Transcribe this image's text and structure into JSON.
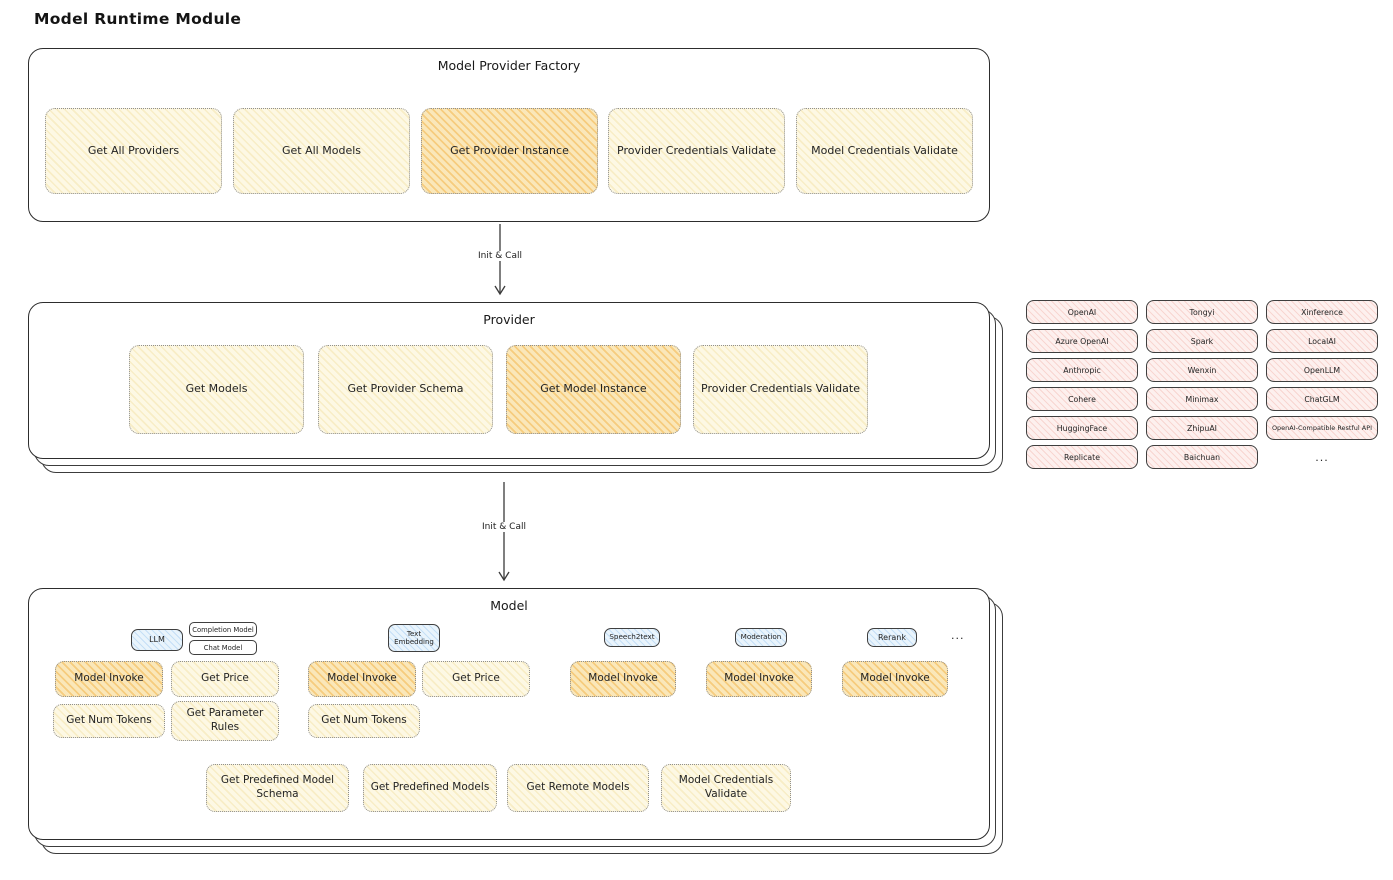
{
  "title": "Model Runtime Module",
  "arrows": {
    "factory_to_provider": "Init & Call",
    "provider_to_model": "Init & Call"
  },
  "factory": {
    "title": "Model Provider Factory",
    "buttons": [
      "Get All Providers",
      "Get All Models",
      "Get Provider Instance",
      "Provider Credentials Validate",
      "Model Credentials Validate"
    ],
    "highlighted": "Get Provider Instance"
  },
  "provider": {
    "title": "Provider",
    "buttons": [
      "Get Models",
      "Get Provider Schema",
      "Get Model Instance",
      "Provider Credentials Validate"
    ],
    "highlighted": "Get Model Instance"
  },
  "providers": {
    "items": [
      "OpenAI",
      "Tongyi",
      "Xinference",
      "Azure OpenAI",
      "Spark",
      "LocalAI",
      "Anthropic",
      "Wenxin",
      "OpenLLM",
      "Cohere",
      "Minimax",
      "ChatGLM",
      "HuggingFace",
      "ZhipuAI",
      "OpenAI-Compatible Restful API",
      "Replicate",
      "Baichuan"
    ],
    "more": "..."
  },
  "model": {
    "title": "Model",
    "tags": {
      "llm": "LLM",
      "completion_model": "Completion Model",
      "chat_model": "Chat Model",
      "text_embedding": "Text Embedding",
      "speech2text": "Speech2text",
      "moderation": "Moderation",
      "rerank": "Rerank",
      "more": "..."
    },
    "llm_buttons": [
      "Model Invoke",
      "Get Price",
      "Get Num Tokens",
      "Get Parameter Rules"
    ],
    "text_embedding_buttons": [
      "Model Invoke",
      "Get Price",
      "Get Num Tokens"
    ],
    "speech2text_buttons": [
      "Model Invoke"
    ],
    "moderation_buttons": [
      "Model Invoke"
    ],
    "rerank_buttons": [
      "Model Invoke"
    ],
    "common_buttons": [
      "Get Predefined Model Schema",
      "Get Predefined Models",
      "Get Remote Models",
      "Model Credentials Validate"
    ]
  },
  "colors": {
    "box_border": "#2d2d2d",
    "button_fill": "#fdf8e4",
    "highlight_fill": "#faeac2",
    "highlight_hatch": "#f2b246",
    "provider_chip_fill": "#fdf0ee",
    "provider_chip_hatch": "#ec988e",
    "tag_fill": "#e9f4fc",
    "tag_hatch": "#82b9eb"
  }
}
